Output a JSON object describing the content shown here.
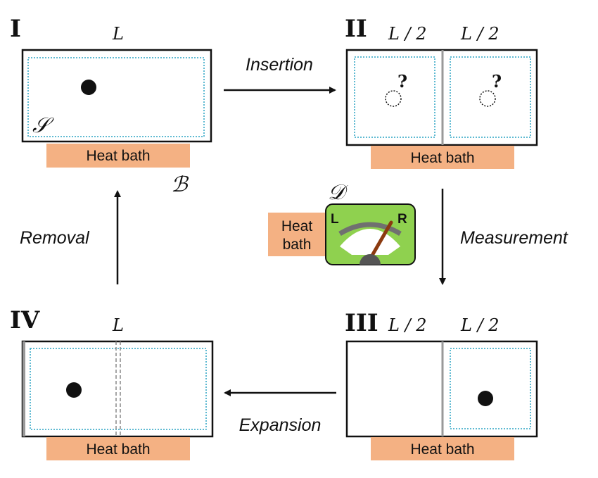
{
  "stages": {
    "I": {
      "numeral": "I",
      "width_label": "L",
      "system_symbol": "𝒮",
      "bath_label": "Heat bath",
      "bath_symbol": "ℬ"
    },
    "II": {
      "numeral": "II",
      "left_label": "L / 2",
      "right_label": "L / 2",
      "question_mark": "?",
      "bath_label": "Heat bath"
    },
    "III": {
      "numeral": "III",
      "left_label": "L / 2",
      "right_label": "L / 2",
      "bath_label": "Heat bath"
    },
    "IV": {
      "numeral": "IV",
      "width_label": "L",
      "bath_label": "Heat bath"
    }
  },
  "steps": {
    "insertion": "Insertion",
    "measurement": "Measurement",
    "expansion": "Expansion",
    "removal": "Removal"
  },
  "detector": {
    "symbol": "𝒟",
    "left_letter": "L",
    "right_letter": "R",
    "bath_line1": "Heat",
    "bath_line2": "bath"
  },
  "colors": {
    "bath": "#f4b183",
    "detector_body": "#8fd14f",
    "system_boundary": "#2aa3c4",
    "needle": "#8b3a10",
    "gauge_arc": "#707070"
  }
}
